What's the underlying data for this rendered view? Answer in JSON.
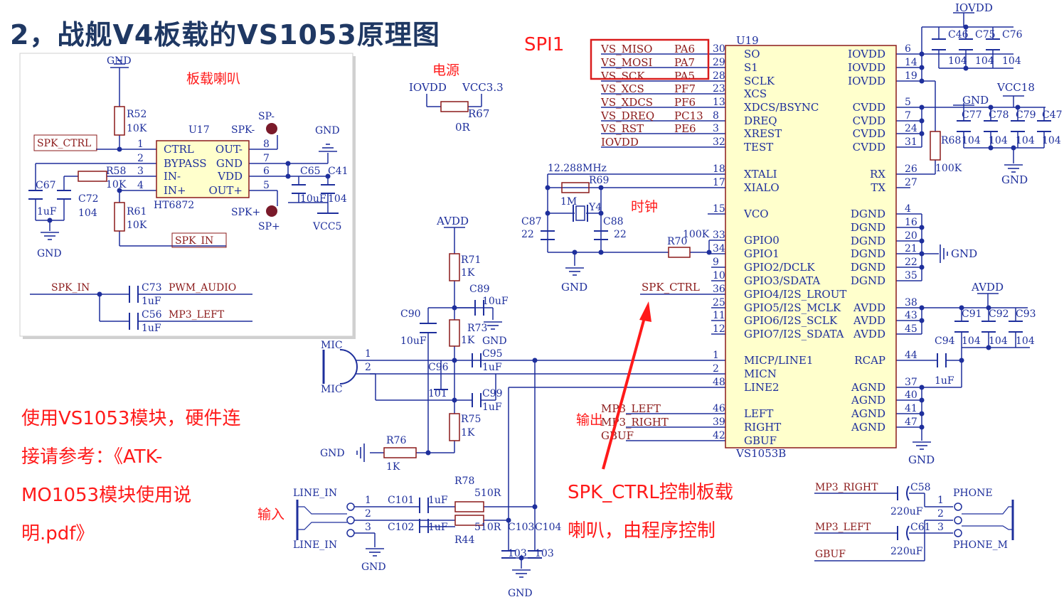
{
  "title": "2，战舰V4板载的VS1053原理图",
  "notes": {
    "left_line1": "使用VS1053模块，硬件连",
    "left_line2": "接请参考：《ATK-",
    "left_line3": "MO1053模块使用说",
    "left_line4": "明.pdf》",
    "ctrl_line1": "SPK_CTRL控制板载",
    "ctrl_line2": "喇叭，由程序控制",
    "spi": "SPI1",
    "power": "电源",
    "clock": "时钟",
    "output": "输出",
    "input": "输入",
    "speaker": "板载喇叭"
  },
  "colors": {
    "title": "#1f3863",
    "note": "#ff1a1a",
    "wire": "#1e2f9c",
    "net_label": "#8b1a1a",
    "box": "#d91c1c"
  },
  "chip": {
    "ref": "U19",
    "part": "VS1053B",
    "left_pins": [
      {
        "num": "30",
        "name": "SO",
        "net": "VS_MISO",
        "port": "PA6"
      },
      {
        "num": "29",
        "name": "S1",
        "net": "VS_MOSI",
        "port": "PA7"
      },
      {
        "num": "28",
        "name": "SCLK",
        "net": "VS_SCK",
        "port": "PA5"
      },
      {
        "num": "23",
        "name": "XCS",
        "net": "VS_XCS",
        "port": "PF7"
      },
      {
        "num": "13",
        "name": "XDCS/BSYNC",
        "net": "VS_XDCS",
        "port": "PF6"
      },
      {
        "num": "8",
        "name": "DREQ",
        "net": "VS_DREQ",
        "port": "PC13"
      },
      {
        "num": "3",
        "name": "XREST",
        "net": "VS_RST",
        "port": "PE6"
      },
      {
        "num": "32",
        "name": "TEST",
        "net": "IOVDD",
        "port": ""
      },
      {
        "num": "18",
        "name": "XTALI",
        "net": "",
        "port": ""
      },
      {
        "num": "17",
        "name": "XIALO",
        "net": "",
        "port": ""
      },
      {
        "num": "15",
        "name": "VCO",
        "net": "",
        "port": ""
      },
      {
        "num": "33",
        "name": "GPIO0",
        "net": "",
        "port": ""
      },
      {
        "num": "34",
        "name": "GPIO1",
        "net": "",
        "port": ""
      },
      {
        "num": "9",
        "name": "GPIO2/DCLK",
        "net": "",
        "port": ""
      },
      {
        "num": "10",
        "name": "GPIO3/SDATA",
        "net": "",
        "port": ""
      },
      {
        "num": "36",
        "name": "GPIO4/I2S_LROUT",
        "net": "SPK_CTRL",
        "port": ""
      },
      {
        "num": "25",
        "name": "GPIO5/I2S_MCLK",
        "net": "",
        "port": ""
      },
      {
        "num": "11",
        "name": "GPIO6/I2S_SCLK",
        "net": "",
        "port": ""
      },
      {
        "num": "12",
        "name": "GPIO7/I2S_SDATA",
        "net": "",
        "port": ""
      },
      {
        "num": "1",
        "name": "MICP/LINE1",
        "net": "",
        "port": ""
      },
      {
        "num": "2",
        "name": "MICN",
        "net": "",
        "port": ""
      },
      {
        "num": "48",
        "name": "LINE2",
        "net": "",
        "port": ""
      },
      {
        "num": "46",
        "name": "LEFT",
        "net": "MP3_LEFT",
        "port": ""
      },
      {
        "num": "39",
        "name": "RIGHT",
        "net": "MP3_RIGHT",
        "port": ""
      },
      {
        "num": "42",
        "name": "GBUF",
        "net": "GBUF",
        "port": ""
      }
    ],
    "right_pins": [
      {
        "num": "6",
        "name": "IOVDD"
      },
      {
        "num": "14",
        "name": "IOVDD"
      },
      {
        "num": "19",
        "name": "IOVDD"
      },
      {
        "num": "5",
        "name": "CVDD"
      },
      {
        "num": "7",
        "name": "CVDD"
      },
      {
        "num": "24",
        "name": "CVDD"
      },
      {
        "num": "31",
        "name": "CVDD"
      },
      {
        "num": "26",
        "name": "RX"
      },
      {
        "num": "27",
        "name": "TX"
      },
      {
        "num": "4",
        "name": "DGND"
      },
      {
        "num": "16",
        "name": "DGND"
      },
      {
        "num": "20",
        "name": "DGND"
      },
      {
        "num": "21",
        "name": "DGND"
      },
      {
        "num": "22",
        "name": "DGND"
      },
      {
        "num": "35",
        "name": "DGND"
      },
      {
        "num": "38",
        "name": "AVDD"
      },
      {
        "num": "43",
        "name": "AVDD"
      },
      {
        "num": "45",
        "name": "AVDD"
      },
      {
        "num": "44",
        "name": "RCAP"
      },
      {
        "num": "37",
        "name": "AGND"
      },
      {
        "num": "40",
        "name": "AGND"
      },
      {
        "num": "41",
        "name": "AGND"
      },
      {
        "num": "47",
        "name": "AGND"
      }
    ]
  },
  "components": {
    "r67": {
      "ref": "R67",
      "val": "0R"
    },
    "iovdd": "IOVDD",
    "vcc33": "VCC3.3",
    "vcc18": "VCC18",
    "avdd": "AVDD",
    "gnd": "GND",
    "vcc5": "VCC5",
    "xtal_freq": "12.288MHz",
    "r69": "R69",
    "r69v": "1M",
    "y4": "Y4",
    "c87": "C87",
    "c87v": "22",
    "c88": "C88",
    "c88v": "22",
    "r70": "R70",
    "r70v": "100K",
    "c46": "C46",
    "c75": "C75",
    "c76": "C76",
    "v104": "104",
    "c77": "C77",
    "c78": "C78",
    "c79": "C79",
    "c47": "C47",
    "r68": "R68",
    "r68v": "100K",
    "c91": "C91",
    "c92": "C92",
    "c93": "C93",
    "c94": "C94",
    "c94v": "1uF",
    "r71": "R71",
    "r71v": "1K",
    "c89": "C89",
    "c89v": "10uF",
    "c90": "C90",
    "c90v": "10uF",
    "r73": "R73",
    "r73v": "1K",
    "c95": "C95",
    "c95v": "1uF",
    "c96": "C96",
    "c96v": "101",
    "c99": "C99",
    "c99v": "1uF",
    "r75": "R75",
    "r75v": "1K",
    "r76": "R76",
    "r76v": "1K",
    "mic": "MIC",
    "line_in": "LINE_IN",
    "c101": "C101",
    "c101v": "1uF",
    "c102": "C102",
    "c102v": "1uF",
    "r78": "R78",
    "r78v": "510R",
    "r44": "R44",
    "r44v": "510R",
    "c103": "C103",
    "c103v": "103",
    "c104": "C104",
    "c104v": "103",
    "phone": "PHONE",
    "phone_m": "PHONE_M",
    "c58": "C58",
    "c58v": "220uF",
    "c61": "C61",
    "c61v": "220uF",
    "mp3_right": "MP3_RIGHT",
    "mp3_left": "MP3_LEFT",
    "gbuf": "GBUF"
  },
  "inset": {
    "spk_ctrl": "SPK_CTRL",
    "spk_in": "SPK_IN",
    "r52": "R52",
    "r52v": "10K",
    "u17": "U17",
    "ic": "HT6872",
    "r58": "R58",
    "r58v": "10K",
    "r61": "R61",
    "r61v": "10K",
    "c67": "C67",
    "c67v": "1uF",
    "c72": "C72",
    "c72v": "104",
    "c65": "C65",
    "c65v": "10uF",
    "c41": "C41",
    "c41v": "104",
    "pins_left": [
      "CTRL",
      "BYPASS",
      "IN-",
      "IN+"
    ],
    "pins_right": [
      "OUT-",
      "GND",
      "VDD",
      "OUT+"
    ],
    "nums_left": [
      "1",
      "2",
      "3",
      "4"
    ],
    "nums_right": [
      "8",
      "7",
      "6",
      "5"
    ],
    "spk_minus": "SPK-",
    "spk_plus": "SPK+",
    "sp_minus": "SP-",
    "sp_plus": "SP+",
    "c73": "C73",
    "c73net": "PWM_AUDIO",
    "c73v": "1uF",
    "c56": "C56",
    "c56net": "MP3_LEFT",
    "c56v": "1uF"
  }
}
